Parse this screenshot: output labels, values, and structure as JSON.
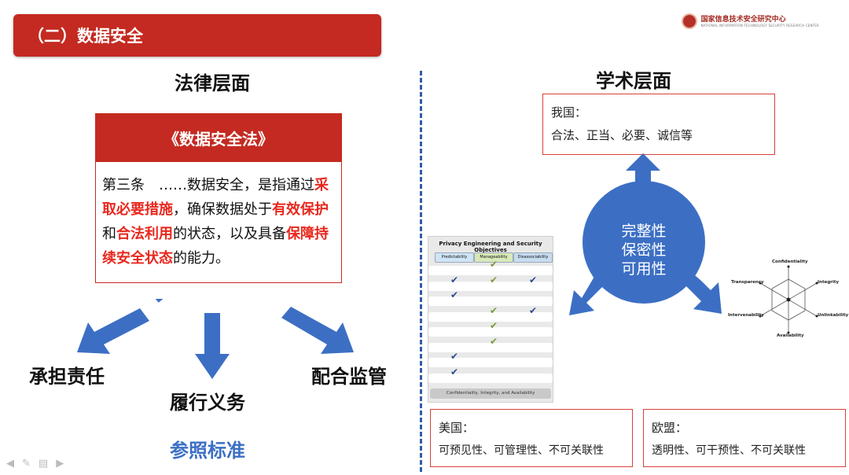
{
  "banner": {
    "title": "（二）数据安全"
  },
  "logo": {
    "org_name": "国家信息技术安全研究中心",
    "org_sub": "NATIONAL INFORMATION TECHNOLOGY SECURITY RESEARCH CENTER"
  },
  "legal": {
    "heading": "法律层面",
    "law_title": "《数据安全法》",
    "text": {
      "p1": "第三条　……数据安全，是指通过",
      "r1": "采取必要措施",
      "p2": "，确保数据处于",
      "r2": "有效保护",
      "p3": "和",
      "r3": "合法利用",
      "p4": "的状态，以及具备",
      "r4": "保障持续安全状态",
      "p5": "的能力。"
    },
    "outcomes": {
      "left": "承担责任",
      "center": "履行义务",
      "right": "配合监管"
    },
    "reference_link": "参照标准"
  },
  "academic": {
    "heading": "学术层面",
    "china": {
      "label": "我国：",
      "text": "合法、正当、必要、诚信等"
    },
    "core": [
      "完整性",
      "保密性",
      "可用性"
    ],
    "usa": {
      "label": "美国：",
      "text": "可预见性、可管理性、不可关联性"
    },
    "eu": {
      "label": "欧盟：",
      "text": "透明性、可干预性、不可关联性"
    },
    "nist_panel": {
      "title": "Privacy Engineering and Security Objectives",
      "columns": [
        "Predictability",
        "Manageability",
        "Disassociability"
      ],
      "footer": "Confidentiality, Integrity, and Availability",
      "rows": [
        [
          0,
          1,
          0
        ],
        [
          1,
          1,
          1
        ],
        [
          1,
          0,
          0
        ],
        [
          0,
          1,
          1
        ],
        [
          0,
          1,
          0
        ],
        [
          0,
          1,
          0
        ],
        [
          1,
          0,
          0
        ],
        [
          1,
          0,
          0
        ]
      ]
    },
    "radar": {
      "labels": {
        "top": "Confidentiality",
        "tr": "Integrity",
        "br": "Unlinkability",
        "bottom": "Availability",
        "bl": "Intervenability",
        "tl": "Transparency"
      }
    },
    "colors": {
      "accent": "#c42a21",
      "blue": "#3c6fc4",
      "check_green": "#7a9a3a",
      "check_blue": "#2b4c8c"
    }
  }
}
